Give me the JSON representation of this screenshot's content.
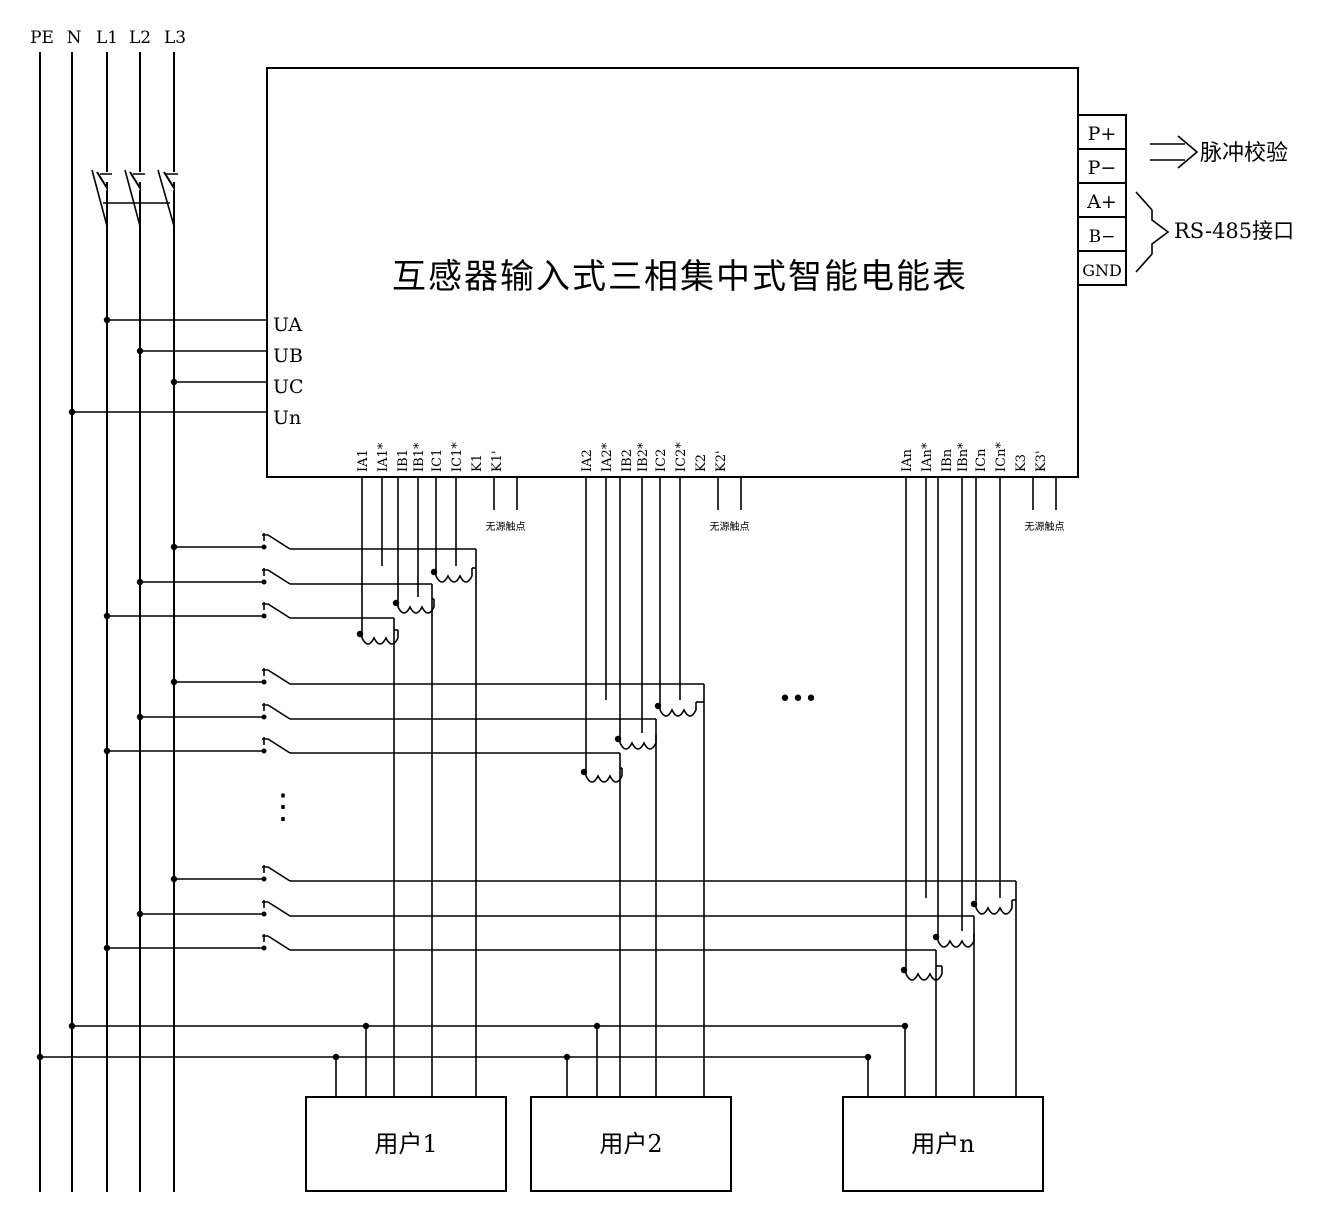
{
  "bus_labels": [
    "PE",
    "N",
    "L1",
    "L2",
    "L3"
  ],
  "meter": {
    "title": "互感器输入式三相集中式智能电能表",
    "voltage_terminals": [
      "UA",
      "UB",
      "UC",
      "Un"
    ],
    "right_terminals": [
      "P+",
      "P−",
      "A+",
      "B−",
      "GND"
    ],
    "pulse_label": "脉冲校验",
    "rs485_label": "RS-485接口",
    "current_groups": [
      {
        "terminals": [
          "IA1",
          "IA1*",
          "IB1",
          "IB1*",
          "IC1",
          "IC1*",
          "K1",
          "K1'"
        ],
        "contact_label": "无源触点"
      },
      {
        "terminals": [
          "IA2",
          "IA2*",
          "IB2",
          "IB2*",
          "IC2",
          "IC2*",
          "K2",
          "K2'"
        ],
        "contact_label": "无源触点"
      },
      {
        "terminals": [
          "IAn",
          "IAn*",
          "IBn",
          "IBn*",
          "ICn",
          "ICn*",
          "K3",
          "K3'"
        ],
        "contact_label": "无源触点"
      }
    ]
  },
  "users": [
    "用户1",
    "用户2",
    "用户n"
  ],
  "ellipsis": [
    "•••",
    "⋮"
  ]
}
